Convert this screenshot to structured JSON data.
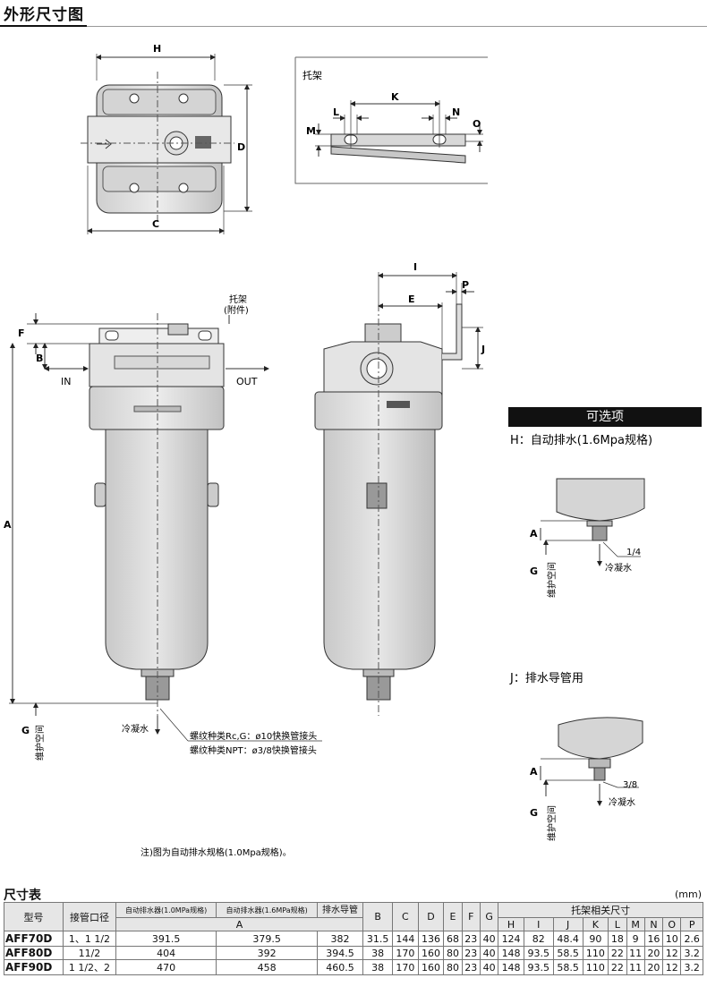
{
  "page_title": "外形尺寸图",
  "labels": {
    "H": "H",
    "C": "C",
    "D": "D",
    "K": "K",
    "L": "L",
    "M": "M",
    "N": "N",
    "O": "O",
    "I": "I",
    "E": "E",
    "P": "P",
    "J": "J",
    "F": "F",
    "B": "B",
    "A": "A",
    "G": "G",
    "bracket": "托架",
    "bracket_attached": "托架",
    "attached": "(附件)",
    "in": "IN",
    "out": "OUT",
    "drain": "冷凝水",
    "maintenance": "维护空间",
    "thread_note_1": "螺纹种类Rc,G：ø10快换管接头",
    "thread_note_2": "螺纹种类NPT：ø3/8快换管接头",
    "note": "注)图为自动排水规格(1.0Mpa规格)。",
    "quarter": "1/4",
    "three_eighths": "3/8"
  },
  "options": {
    "header": "可选项",
    "h_title": "H：自动排水(1.6Mpa规格)",
    "j_title": "J：排水导管用"
  },
  "table": {
    "title": "尺寸表",
    "unit": "(mm)",
    "headers": {
      "model": "型号",
      "port": "接管口径",
      "auto10": "自动排水器(1.0MPa规格)",
      "auto16": "自动排水器(1.6MPa规格)",
      "drain_tube": "排水导管",
      "A": "A",
      "B": "B",
      "C": "C",
      "D": "D",
      "E": "E",
      "F": "F",
      "G": "G",
      "bracket_dims": "托架相关尺寸",
      "H": "H",
      "I": "I",
      "J": "J",
      "K": "K",
      "L": "L",
      "M": "M",
      "N": "N",
      "O": "O",
      "P": "P"
    },
    "rows": [
      {
        "model": "AFF70D",
        "port": "1、1 1/2",
        "a1": "391.5",
        "a2": "379.5",
        "a3": "382",
        "B": "31.5",
        "C": "144",
        "D": "136",
        "E": "68",
        "F": "23",
        "G": "40",
        "H": "124",
        "I": "82",
        "J": "48.4",
        "K": "90",
        "L": "18",
        "M": "9",
        "N": "16",
        "O": "10",
        "P": "2.6"
      },
      {
        "model": "AFF80D",
        "port": "11/2",
        "a1": "404",
        "a2": "392",
        "a3": "394.5",
        "B": "38",
        "C": "170",
        "D": "160",
        "E": "80",
        "F": "23",
        "G": "40",
        "H": "148",
        "I": "93.5",
        "J": "58.5",
        "K": "110",
        "L": "22",
        "M": "11",
        "N": "20",
        "O": "12",
        "P": "3.2"
      },
      {
        "model": "AFF90D",
        "port": "1 1/2、2",
        "a1": "470",
        "a2": "458",
        "a3": "460.5",
        "B": "38",
        "C": "170",
        "D": "160",
        "E": "80",
        "F": "23",
        "G": "40",
        "H": "148",
        "I": "93.5",
        "J": "58.5",
        "K": "110",
        "L": "22",
        "M": "11",
        "N": "20",
        "O": "12",
        "P": "3.2"
      }
    ]
  }
}
